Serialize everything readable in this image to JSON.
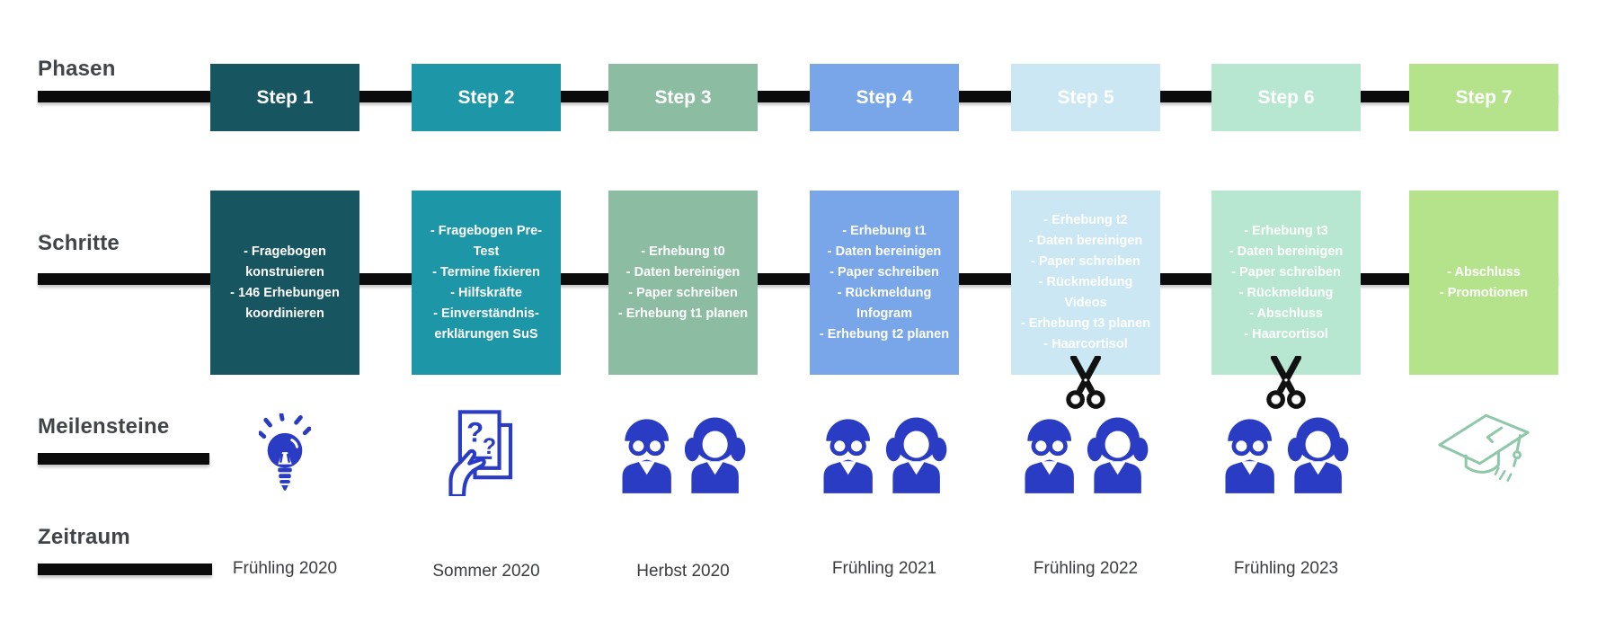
{
  "colors": {
    "step1": "#175560",
    "step2": "#1d96a8",
    "step3": "#8cbda2",
    "step4": "#79a6e9",
    "step5": "#cbe7f3",
    "step6": "#b7e6d1",
    "step7": "#b5e38b",
    "icon-blue": "#2b3cc4",
    "scissors-black": "#111111",
    "cap-green": "#8fc7aa",
    "timeline-black": "#0b0b0b",
    "label-gray": "#414549",
    "date-gray": "#3a3d40",
    "box-text": "#ffffff"
  },
  "row_labels": {
    "phasen": "Phasen",
    "schritte": "Schritte",
    "meilensteine": "Meilensteine",
    "zeitraum": "Zeitraum"
  },
  "icons": {
    "question_mark_1": "?",
    "question_mark_2": "?"
  },
  "steps": [
    {
      "title": "Step 1",
      "tasks": [
        "- Fragebogen",
        "konstruieren",
        "- 146 Erhebungen",
        "koordinieren"
      ],
      "milestone_icon": "lightbulb-icon",
      "date": "Frühling 2020"
    },
    {
      "title": "Step 2",
      "tasks": [
        "- Fragebogen Pre-",
        "Test",
        "- Termine fixieren",
        "- Hilfskräfte",
        "- Einverständnis-",
        "erklärungen SuS"
      ],
      "milestone_icon": "questionnaire-icon",
      "date": "Sommer 2020"
    },
    {
      "title": "Step 3",
      "tasks": [
        "- Erhebung t0",
        "- Daten bereinigen",
        "- Paper schreiben",
        "- Erhebung t1 planen"
      ],
      "milestone_icon": "students-icon",
      "date": "Herbst 2020"
    },
    {
      "title": "Step 4",
      "tasks": [
        "- Erhebung t1",
        "- Daten bereinigen",
        "- Paper schreiben",
        "- Rückmeldung",
        "Infogram",
        "- Erhebung t2 planen"
      ],
      "milestone_icon": "students-icon",
      "date": "Frühling 2021"
    },
    {
      "title": "Step 5",
      "tasks": [
        "- Erhebung t2",
        "- Daten bereinigen",
        "- Paper schreiben",
        "- Rückmeldung",
        "Videos",
        "- Erhebung t3 planen",
        "- Haarcortisol"
      ],
      "milestone_icon": "students-icon",
      "scissors": true,
      "date": "Frühling 2022"
    },
    {
      "title": "Step 6",
      "tasks": [
        "- Erhebung t3",
        "- Daten bereinigen",
        "- Paper schreiben",
        "- Rückmeldung",
        "- Abschluss",
        "- Haarcortisol"
      ],
      "milestone_icon": "students-icon",
      "scissors": true,
      "date": "Frühling 2023"
    },
    {
      "title": "Step 7",
      "tasks": [
        "- Abschluss",
        "- Promotionen"
      ],
      "milestone_icon": "graduation-cap-icon",
      "date": ""
    }
  ]
}
